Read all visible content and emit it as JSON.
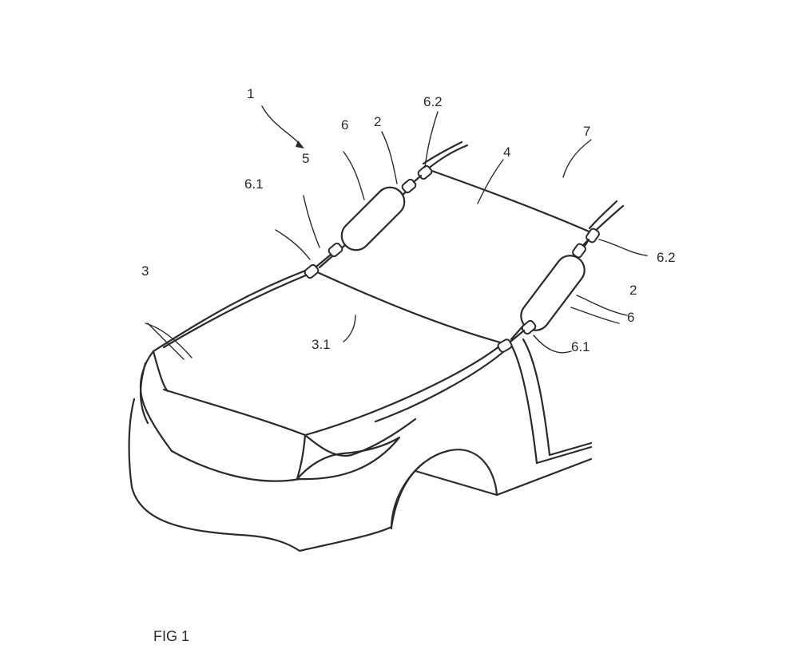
{
  "figure": {
    "caption": "FIG 1",
    "labels": {
      "system": "1",
      "airbag_left": "2",
      "airbag_right": "2",
      "vehicle": "3",
      "hood_edge": "3.1",
      "net": "4",
      "arrow_target": "5",
      "tether_left": "6",
      "tether_right": "6",
      "front_connector_left": "6.1",
      "front_connector_right": "6.1",
      "rear_connector_left": "6.2",
      "rear_connector_right": "6.2",
      "windshield_area": "7"
    }
  }
}
